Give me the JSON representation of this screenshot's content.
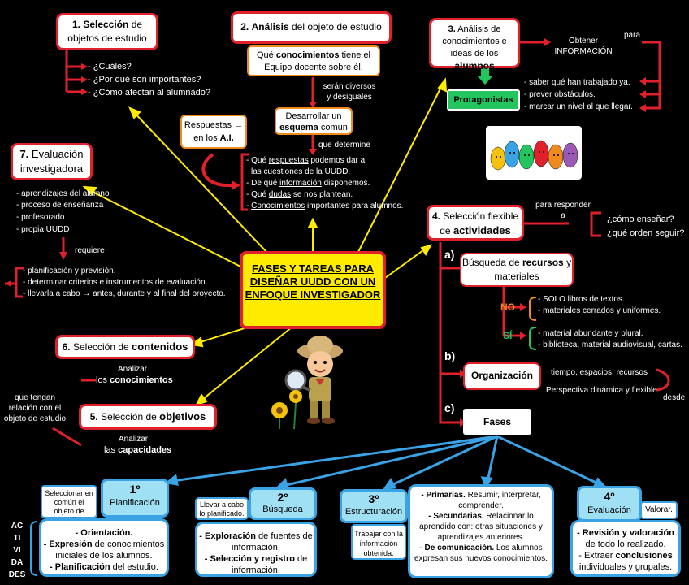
{
  "center": {
    "title": "FASES Y TAREAS PARA DISEÑAR UUDD CON UN ENFOQUE INVESTIGADOR"
  },
  "n1": {
    "num": "1.",
    "title": "Selección",
    "rest": "de objetos de estudio",
    "items": [
      "- ¿Cuáles?",
      "- ¿Por qué son importantes?",
      "- ¿Cómo afectan al alumnado?"
    ]
  },
  "n2": {
    "num": "2.",
    "title": "Análisis",
    "rest": "del objeto de estudio",
    "q_pre": "Qué",
    "q_bold": "conocimientos",
    "q_post": "tiene el Equipo docente sobre él.",
    "note1": "serán diversos y desiguales",
    "dev_pre": "Desarrollar un",
    "dev_bold": "esquema",
    "dev_post": "común",
    "note2": "que determine",
    "resp_text": "Respuestas →",
    "resp_pre": "en los",
    "resp_bold": "A.I.",
    "items": [
      {
        "pre": "- Qué ",
        "u": "respuestas",
        "post": " podemos dar a"
      },
      {
        "pre": "  las cuestiones de la UUDD.",
        "u": "",
        "post": ""
      },
      {
        "pre": "- De qué ",
        "u": "información",
        "post": " disponemos."
      },
      {
        "pre": "- Qué ",
        "u": "dudas",
        "post": " se nos plantean."
      },
      {
        "pre": "- ",
        "u": "Conocimientos",
        "post": " importantes para alumnos."
      }
    ]
  },
  "n3": {
    "num": "3.",
    "title_pre": "Análisis de conocimientos e ideas de los",
    "title_bold": "alumnos",
    "obtener": "Obtener INFORMACIÓN",
    "para": "para",
    "protagonistas": "Protagonistas",
    "items": [
      "- saber qué han trabajado ya.",
      "- prever obstáculos.",
      "- marcar un nivel al que llegar."
    ]
  },
  "n4": {
    "num": "4.",
    "title_pre": "Selección flexible de",
    "title_bold": "actividades",
    "para_resp": "para responder a",
    "questions": [
      "¿cómo enseñar?",
      "¿qué orden seguir?"
    ],
    "a": "a)",
    "b": "b)",
    "c": "c)",
    "busq_pre": "Búsqueda de",
    "busq_bold": "recursos",
    "busq_post": "y materiales",
    "no": "NO",
    "si": "SÍ",
    "no_items": [
      "- SOLO libros de textos.",
      "- materiales cerrados y uniformes."
    ],
    "si_items": [
      "- material abundante y plural.",
      "- biblioteca, material audiovisual, cartas."
    ],
    "organizacion": "Organización",
    "org_1": "tiempo, espacios, recursos",
    "org_2": "Perspectiva dinámica y flexible",
    "desde": "desde",
    "fases": "Fases"
  },
  "n5": {
    "num": "5.",
    "title_pre": "Selección de",
    "title_bold": "objetivos",
    "left": "que tengan relación con el objeto de estudio",
    "analizar": "Analizar",
    "las": "las",
    "capacidades": "capacidades"
  },
  "n6": {
    "num": "6.",
    "title_pre": "Selección de",
    "title_bold": "contenidos",
    "analizar": "Analizar",
    "los": "los",
    "conocimientos": "conocimientos"
  },
  "n7": {
    "num": "7.",
    "title": "Evaluación investigadora",
    "items": [
      "- aprendizajes del alumno",
      "- proceso de enseñanza",
      "- profesorado",
      "- propia UUDD"
    ],
    "requiere": "requiere",
    "req_items": [
      "- planificación y previsión.",
      "- determinar criterios e instrumentos de evaluación.",
      "- llevarla a cabo → antes, durante y al final del proyecto."
    ]
  },
  "phases": {
    "actividades": [
      "AC",
      "TI",
      "VI",
      "DA",
      "DES"
    ],
    "p1": {
      "num": "1º",
      "name": "Planificación",
      "note": "Seleccionar en común el objeto de estudio.",
      "items": [
        {
          "b": "- Orientación.",
          "t": ""
        },
        {
          "b": "- Expresión",
          "t": " de conocimientos iniciales de los alumnos."
        },
        {
          "b": "- Planificación",
          "t": " del estudio."
        }
      ]
    },
    "p2": {
      "num": "2º",
      "name": "Búsqueda",
      "note": "Llevar a cabo lo planificado.",
      "items": [
        {
          "b": "- Exploración",
          "t": " de fuentes de información."
        },
        {
          "b": "- Selección y registro",
          "t": " de información."
        }
      ]
    },
    "p3": {
      "num": "3º",
      "name": "Estructuración",
      "note": "Trabajar con la información obtenida.",
      "items": [
        {
          "b": "- Primarias.",
          "t": " Resumir, interpretar, comprender."
        },
        {
          "b": "- Secundarias.",
          "t": " Relacionar lo aprendido con: otras situaciones y aprendizajes anteriores."
        },
        {
          "b": "- De comunicación.",
          "t": " Los alumnos expresan sus nuevos conocimientos."
        }
      ]
    },
    "p4": {
      "num": "4º",
      "name": "Evaluación",
      "note": "Valorar.",
      "items": [
        {
          "b": "- Revisión y valoración",
          "t": " de todo lo realizado."
        },
        {
          "b": "",
          "t": "- Extraer "
        },
        {
          "b": "conclusiones",
          "t": " individuales y grupales."
        }
      ]
    }
  },
  "colors": {
    "red": "#e0212b",
    "yellow": "#ffeb00",
    "orange": "#f08a1c",
    "blue": "#3aa3e6",
    "green": "#22c55e"
  }
}
